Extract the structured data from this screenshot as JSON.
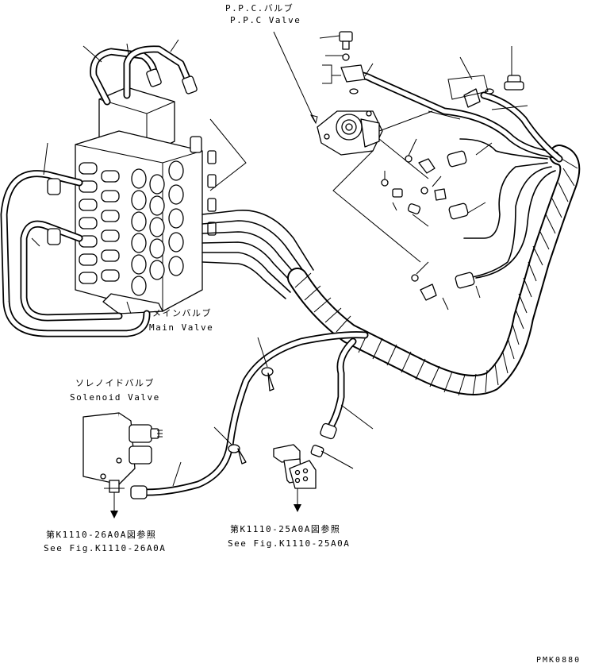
{
  "labels": {
    "ppc_valve_jp": "P.P.C.バルブ",
    "ppc_valve_en": "P.P.C  Valve",
    "main_valve_jp": "メインバルブ",
    "main_valve_en": "Main Valve",
    "solenoid_valve_jp": "ソレノイドバルブ",
    "solenoid_valve_en": "Solenoid Valve",
    "ref1_jp": "第K1110-26A0A図参照",
    "ref1_en": "See Fig.K1110-26A0A",
    "ref2_jp": "第K1110-25A0A図参照",
    "ref2_en": "See Fig.K1110-25A0A",
    "drawing_code": "PMK0880"
  },
  "colors": {
    "line": "#000000",
    "background": "#ffffff"
  }
}
